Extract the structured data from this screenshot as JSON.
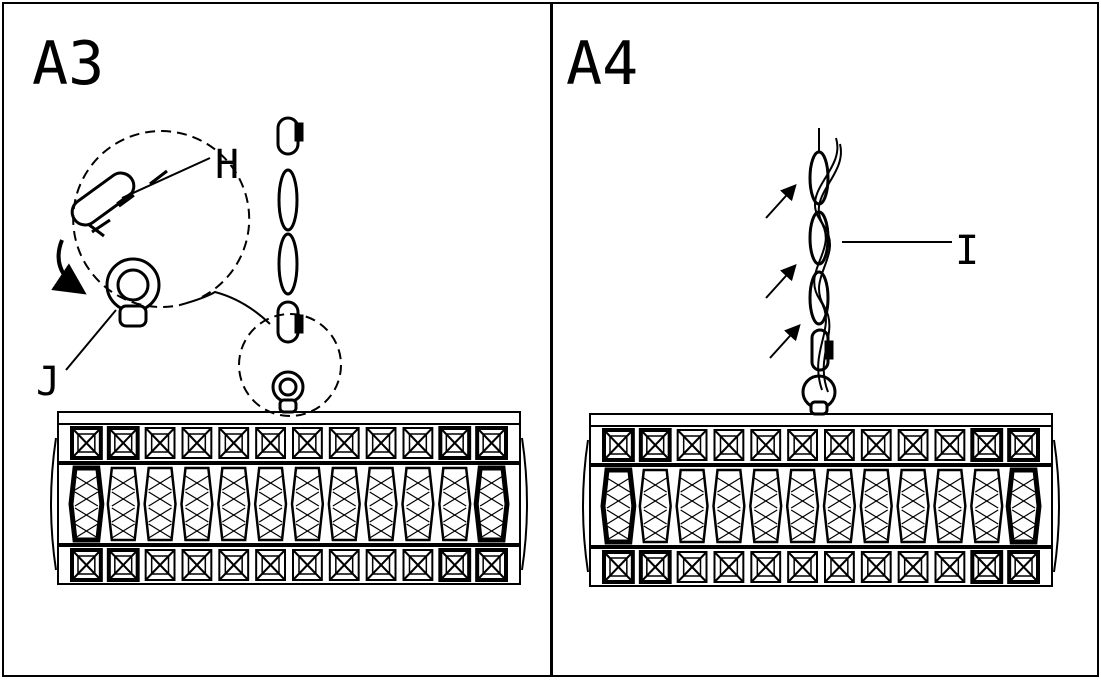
{
  "panels": [
    {
      "id": "A3",
      "title": "A3",
      "labels": {
        "hook": "H",
        "ring": "J"
      }
    },
    {
      "id": "A4",
      "title": "A4",
      "labels": {
        "wire": "I"
      }
    }
  ],
  "colors": {
    "line": "#000000",
    "background": "#ffffff"
  },
  "fixture": {
    "top_cells": 12,
    "middle_crystals": 10
  }
}
